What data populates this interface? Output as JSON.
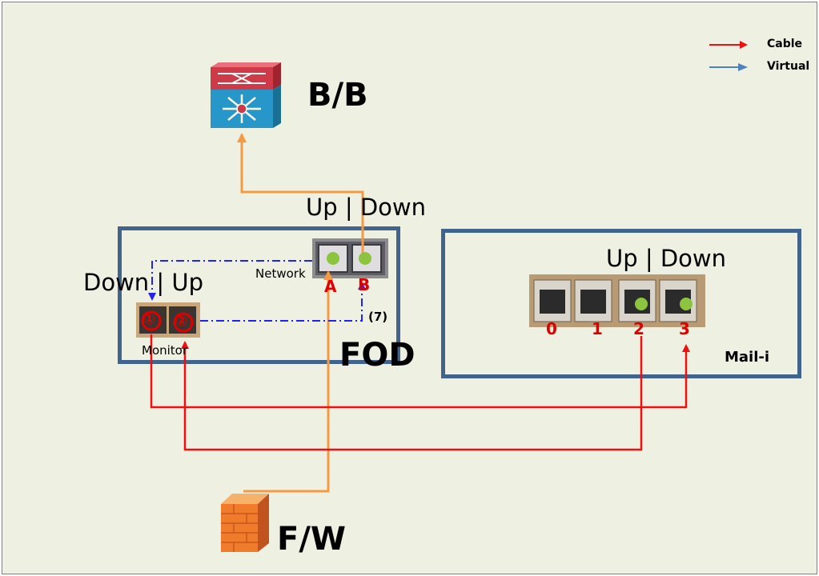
{
  "legend": {
    "cable": {
      "label": "Cable",
      "color": "#ee1111"
    },
    "virtual": {
      "label": "Virtual",
      "color": "#4f81bd"
    }
  },
  "nodes": {
    "backbone": {
      "label": "B/B",
      "icon": "switch-icon"
    },
    "firewall": {
      "label": "F/W",
      "icon": "firewall-icon"
    },
    "fod": {
      "label": "FOD",
      "network_label": "Network",
      "monitor_label": "Monitor",
      "count_label": "(7)"
    },
    "mail": {
      "label": "Mail-i"
    }
  },
  "direction_labels": {
    "fod_network": "Up | Down",
    "fod_monitor": "Down | Up",
    "mail_ports": "Up | Down"
  },
  "ports": {
    "network": [
      "A",
      "B"
    ],
    "monitor": [
      "①",
      "②"
    ],
    "mail": [
      "0",
      "1",
      "2",
      "3"
    ]
  },
  "colors": {
    "box_border": "#41648e",
    "background": "#eef0e1",
    "uplink": "#f59a42",
    "port_active": "#8cc43f",
    "virtual_dash": "#2222ee"
  }
}
